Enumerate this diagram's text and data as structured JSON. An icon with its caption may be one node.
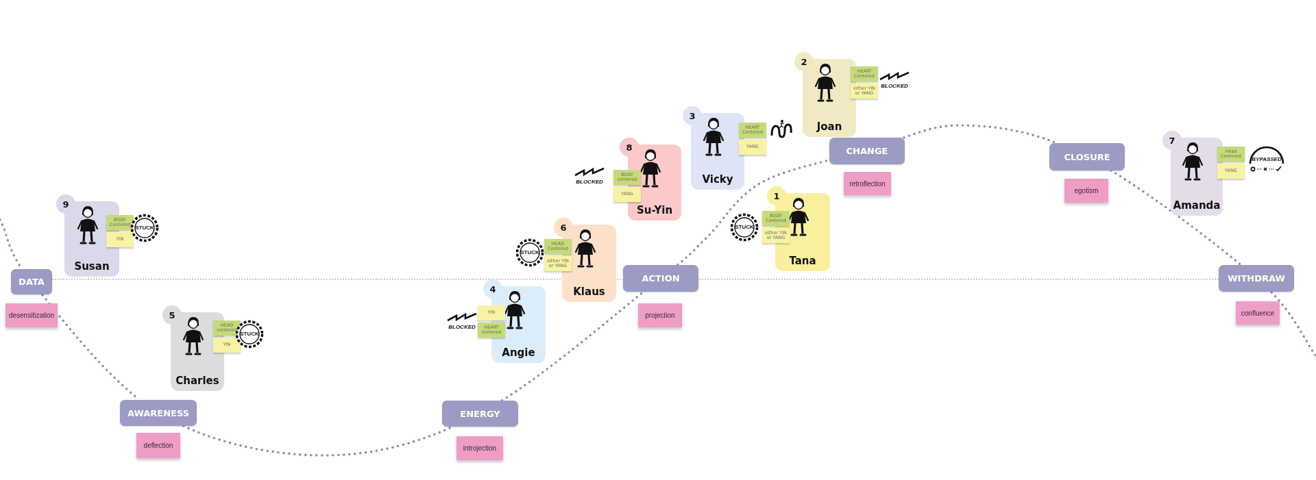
{
  "diagram": {
    "nodes": [
      {
        "text": [
          "DATA"
        ]
      },
      {
        "text": [
          "desensitization"
        ]
      },
      {
        "text": [
          "AWARENESS"
        ]
      },
      {
        "text": [
          "deflection"
        ]
      },
      {
        "text": [
          "ENERGY"
        ]
      },
      {
        "text": [
          "introjection"
        ]
      },
      {
        "text": [
          "ACTION"
        ]
      },
      {
        "text": [
          "projection"
        ]
      },
      {
        "text": [
          "CHANGE"
        ]
      },
      {
        "text": [
          "retroflection"
        ]
      },
      {
        "text": [
          "CLOSURE"
        ]
      },
      {
        "text": [
          "egotism"
        ]
      },
      {
        "text": [
          "WITHDRAW"
        ]
      },
      {
        "text": [
          "confluence"
        ]
      },
      {
        "text": [
          "9",
          "Susan"
        ]
      },
      {
        "text": [
          "BODY Centered"
        ]
      },
      {
        "text": [
          "YIN"
        ]
      },
      {
        "text": [
          "5",
          "Charles"
        ]
      },
      {
        "text": [
          "HEAD centered"
        ]
      },
      {
        "text": [
          "YIN"
        ]
      },
      {
        "text": [
          "4",
          "Angie"
        ]
      },
      {
        "text": [
          "YIN"
        ]
      },
      {
        "text": [
          "HEART centered"
        ]
      },
      {
        "text": [
          "6",
          "Klaus"
        ]
      },
      {
        "text": [
          "HEAD Centered"
        ]
      },
      {
        "text": [
          "either YIN or YANG"
        ]
      },
      {
        "text": [
          "8",
          "Su-Yin"
        ]
      },
      {
        "text": [
          "BODY centered"
        ]
      },
      {
        "text": [
          "YANG"
        ]
      },
      {
        "text": [
          "3",
          "Vicky"
        ]
      },
      {
        "text": [
          "HEART Centered"
        ]
      },
      {
        "text": [
          "YANG"
        ]
      },
      {
        "text": [
          "1",
          "Tana"
        ]
      },
      {
        "text": [
          "BODY Centered"
        ]
      },
      {
        "text": [
          "either YIN or YANG"
        ]
      },
      {
        "text": [
          "2",
          "Joan"
        ]
      },
      {
        "text": [
          "HEART Centered"
        ]
      },
      {
        "text": [
          "either YIN or YANG"
        ]
      },
      {
        "text": [
          "7",
          "Amanda"
        ]
      },
      {
        "text": [
          "Head Centered"
        ]
      },
      {
        "text": [
          "YANG"
        ]
      }
    ],
    "edges": [
      {
        "from": null,
        "to": 0,
        "arrow": "none"
      },
      {
        "from": 0,
        "to": 2,
        "arrow": "none"
      },
      {
        "from": 2,
        "to": 4,
        "arrow": "none"
      },
      {
        "from": 4,
        "to": 6,
        "arrow": "none"
      },
      {
        "from": 6,
        "to": 8,
        "arrow": "none"
      },
      {
        "from": 8,
        "to": 10,
        "arrow": "none"
      },
      {
        "from": 10,
        "to": 12,
        "arrow": "none"
      },
      {
        "from": 12,
        "to": null,
        "arrow": "none"
      }
    ],
    "labels": [
      "BLOCKED",
      "STUCK",
      "BYPASSED",
      "STUCK",
      "BLOCKED",
      "STUCK",
      "BLOCKED",
      "STUCK"
    ]
  }
}
